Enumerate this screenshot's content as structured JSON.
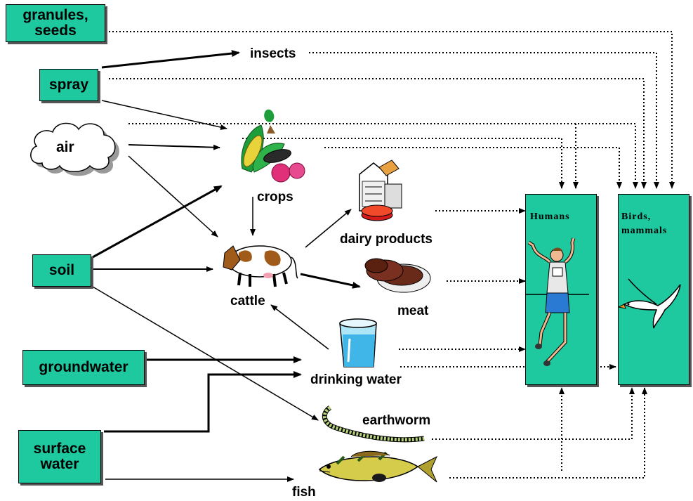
{
  "sources": {
    "granules_seeds": "granules,\nseeds",
    "spray": "spray",
    "air": "air",
    "soil": "soil",
    "groundwater": "groundwater",
    "surface_water": "surface\nwater"
  },
  "intermediates": {
    "insects": "insects",
    "crops": "crops",
    "dairy_products": "dairy products",
    "cattle": "cattle",
    "meat": "meat",
    "drinking_water": "drinking water",
    "earthworm": "earthworm",
    "fish": "fish"
  },
  "receptors": {
    "humans": "Humans",
    "birds_mammals": "Birds,\nmammals"
  },
  "colors": {
    "box_fill": "#1fc9a0",
    "arrow": "#000000"
  },
  "icons": [
    "cloud-icon",
    "crops-icon",
    "dairy-products-icon",
    "cow-icon",
    "meat-icon",
    "water-glass-icon",
    "earthworm-icon",
    "fish-icon",
    "runner-icon",
    "bird-icon"
  ]
}
